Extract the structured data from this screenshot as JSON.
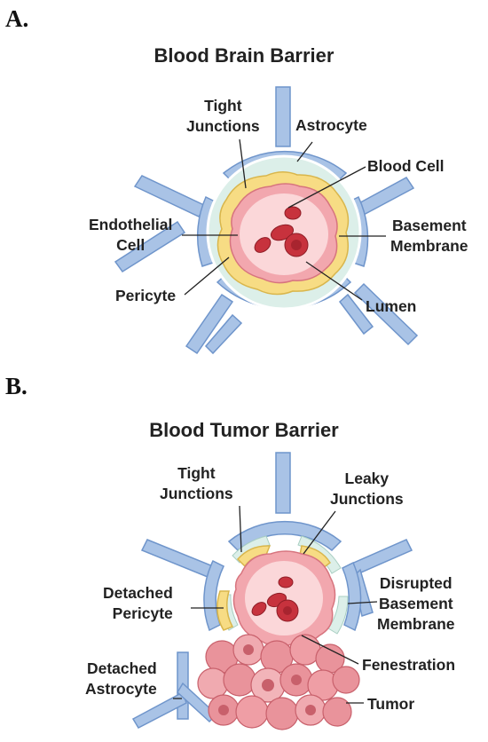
{
  "panel_a": {
    "letter": "A.",
    "title": "Blood Brain Barrier",
    "labels": {
      "tight_junctions": [
        "Tight",
        "Junctions"
      ],
      "astrocyte": "Astrocyte",
      "blood_cell": "Blood Cell",
      "endothelial_cell": [
        "Endothelial",
        "Cell"
      ],
      "basement_membrane": [
        "Basement",
        "Membrane"
      ],
      "pericyte": "Pericyte",
      "lumen": "Lumen"
    }
  },
  "panel_b": {
    "letter": "B.",
    "title": "Blood Tumor Barrier",
    "labels": {
      "tight_junctions": [
        "Tight",
        "Junctions"
      ],
      "leaky_junctions": [
        "Leaky",
        "Junctions"
      ],
      "detached_pericyte": [
        "Detached",
        "Pericyte"
      ],
      "disrupted_basement_membrane": [
        "Disrupted",
        "Basement",
        "Membrane"
      ],
      "detached_astrocyte": [
        "Detached",
        "Astrocyte"
      ],
      "fenestration": "Fenestration",
      "tumor": "Tumor"
    }
  },
  "colors": {
    "astrocyte": "#a9c3e6",
    "astrocyte_edge": "#6f95cb",
    "basement_membrane": "#dcefe9",
    "pericyte": "#f7dc84",
    "endothelium": "#f2a7ae",
    "lumen": "#fbd7d9",
    "blood_cell": "#c7323d",
    "tumor": "#e9939b"
  }
}
